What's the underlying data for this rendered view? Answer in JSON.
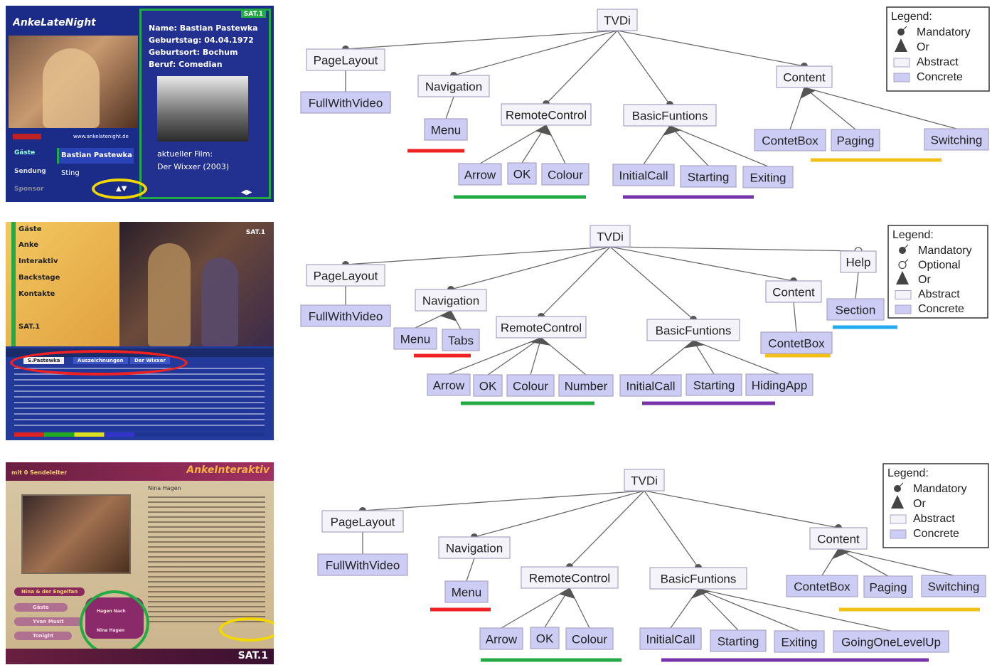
{
  "screens": {
    "s1": {
      "logo": "AnkeLateNight",
      "info_lines": [
        "Name: Bastian Pastewka",
        "Geburtstag: 04.04.1972",
        "Geburtsort: Bochum",
        "Beruf: Comedian"
      ],
      "film_lines": [
        "aktueller Film:",
        "Der Wixxer (2003)"
      ],
      "menu": [
        "Gäste",
        "Sendung",
        "Sponsor"
      ],
      "guest": "Bastian Pastewka",
      "sting": "Sting",
      "arrows": "▲▼",
      "lr": "◀▶",
      "channel": "SAT.1",
      "url": "www.ankelatenight.de"
    },
    "s2": {
      "menu": [
        "Gäste",
        "Anke",
        "Interaktiv",
        "Backstage",
        "Kontakte"
      ],
      "channel": "SAT.1",
      "tabs": [
        "S.Pastewka",
        "Auszeichnungen",
        "Der Wixxer"
      ]
    },
    "s3": {
      "title": "AnkeInteraktiv",
      "subtitle": "mit 0 Sendeleiter",
      "person": "Nina Hagen",
      "menu": [
        "Nina & der Engelfan",
        "Gäste",
        "Yvan Musit",
        "Tonight"
      ],
      "circle_items": [
        "Hagen Nach",
        "Nina Hagen"
      ],
      "channel": "SAT.1"
    }
  },
  "diagram_labels": {
    "tvdi": "TVDi",
    "page_layout": "PageLayout",
    "full_with_video": "FullWithVideo",
    "navigation": "Navigation",
    "menu": "Menu",
    "tabs": "Tabs",
    "remote_control": "RemoteControl",
    "arrow": "Arrow",
    "ok": "OK",
    "colour": "Colour",
    "number": "Number",
    "basic_funtions": "BasicFuntions",
    "initial_call": "InitialCall",
    "starting": "Starting",
    "exiting": "Exiting",
    "hiding_app": "HidingApp",
    "going_one_level_up": "GoingOneLevelUp",
    "content": "Content",
    "contet_box": "ContetBox",
    "paging": "Paging",
    "switching": "Switching",
    "help": "Help",
    "section": "Section"
  },
  "legend": {
    "title": "Legend:",
    "mandatory": "Mandatory",
    "optional": "Optional",
    "or": "Or",
    "abstract": "Abstract",
    "concrete": "Concrete"
  },
  "colors": {
    "concrete_fill": "#ccccf5",
    "abstract_fill": "#f3f3f9",
    "red": "#ee2222",
    "green": "#22aa44",
    "purple": "#7733aa",
    "yellow": "#f2c018",
    "blue": "#22aaee"
  }
}
